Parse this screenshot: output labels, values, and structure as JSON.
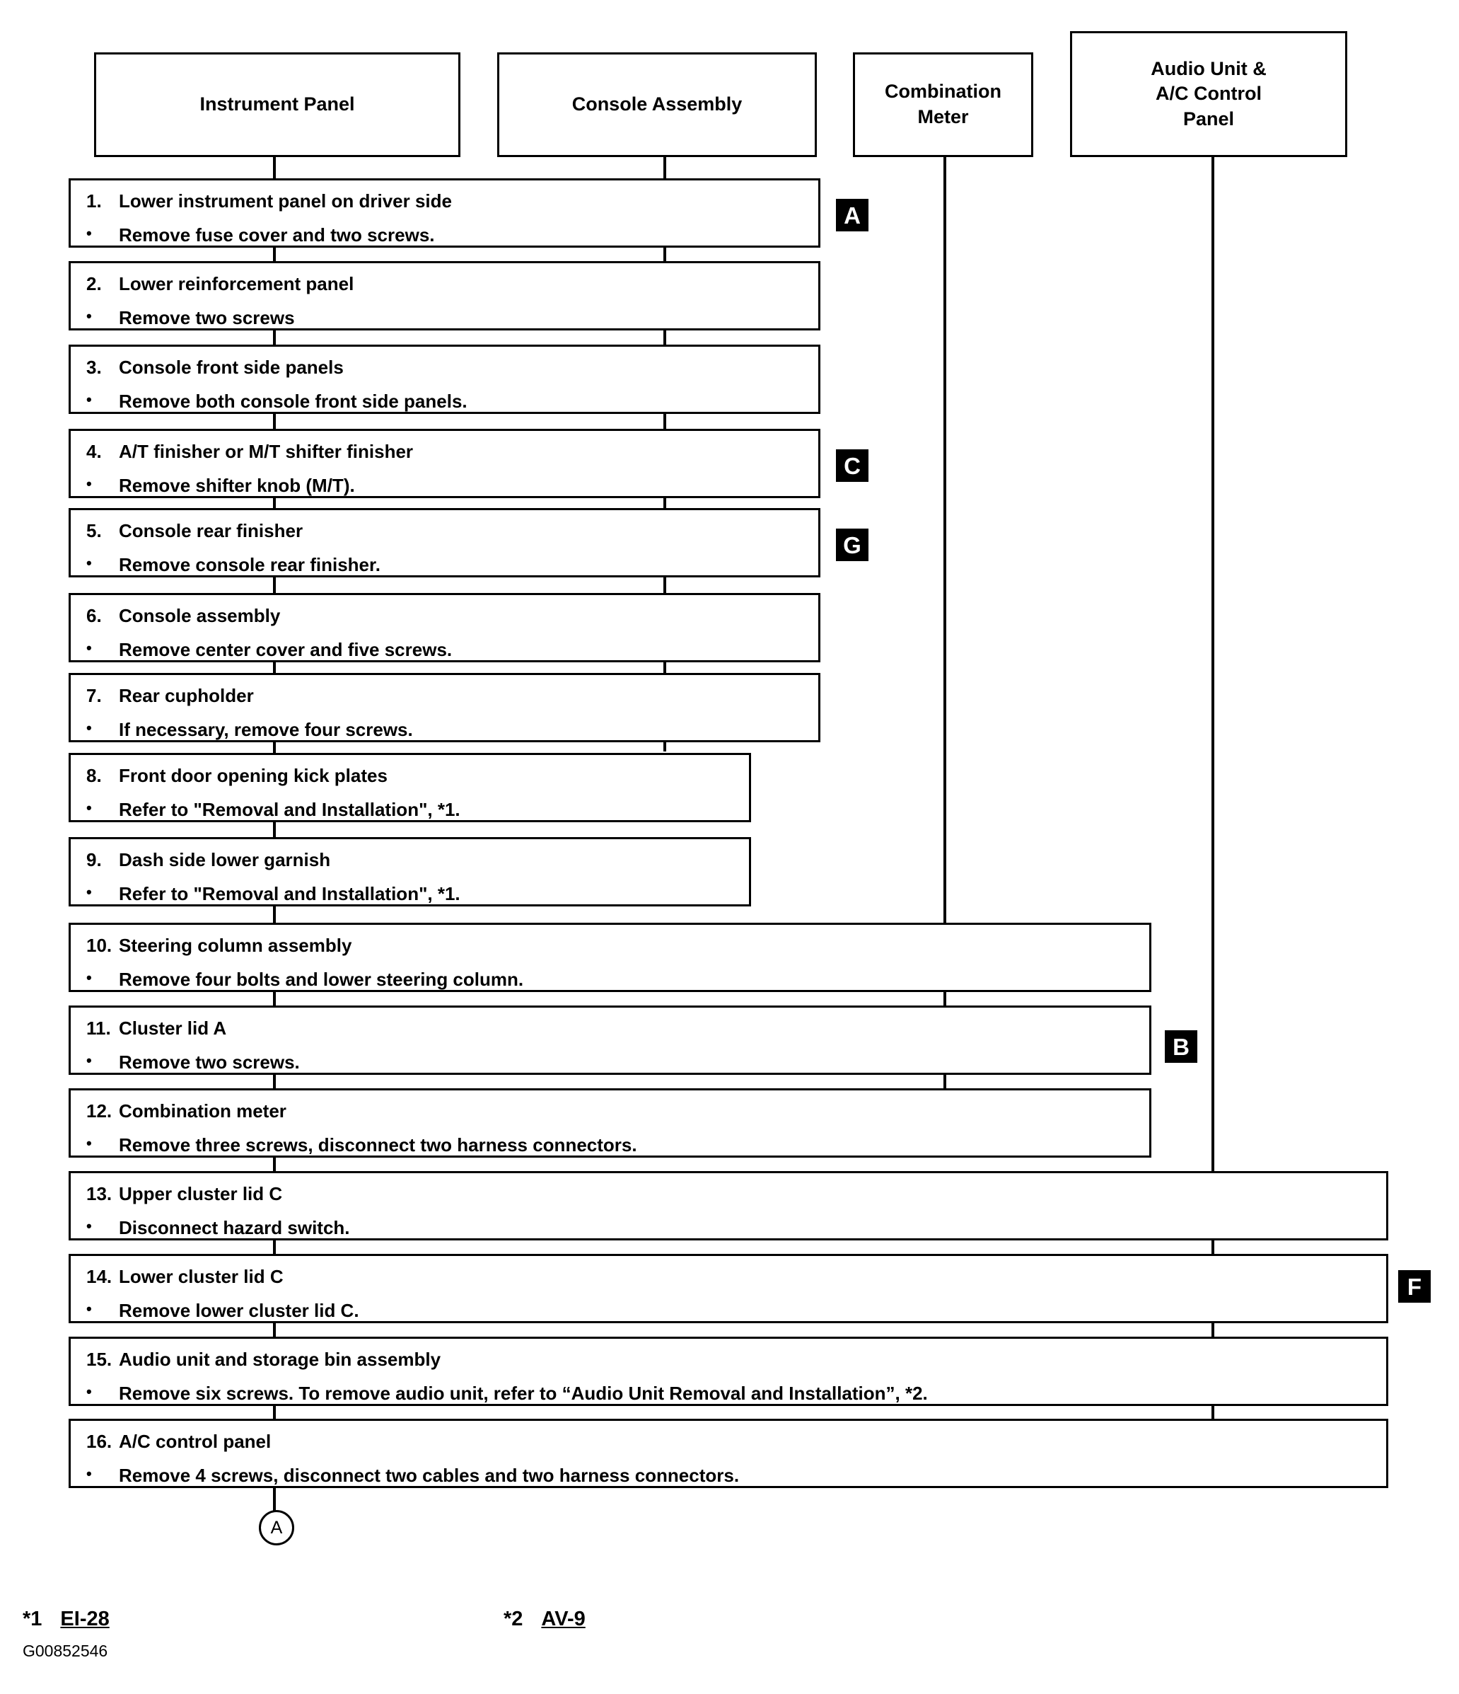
{
  "columns": [
    {
      "id": "instrument-panel",
      "label": "Instrument Panel"
    },
    {
      "id": "console-assembly",
      "label": "Console Assembly"
    },
    {
      "id": "combination-meter",
      "label": "Combination\nMeter"
    },
    {
      "id": "audio-unit-ac-control-panel",
      "label": "Audio Unit &\nA/C Control\nPanel"
    }
  ],
  "steps": [
    {
      "num": "1.",
      "title": "Lower instrument panel on driver side",
      "bullet": "Remove fuse cover and two screws.",
      "badge": "A"
    },
    {
      "num": "2.",
      "title": "Lower reinforcement panel",
      "bullet": "Remove two screws",
      "badge": ""
    },
    {
      "num": "3.",
      "title": "Console front side panels",
      "bullet": "Remove both console front side panels.",
      "badge": ""
    },
    {
      "num": "4.",
      "title": "A/T finisher or M/T shifter finisher",
      "bullet": "Remove shifter knob (M/T).",
      "badge": "C"
    },
    {
      "num": "5.",
      "title": "Console rear finisher",
      "bullet": "Remove console rear finisher.",
      "badge": "G"
    },
    {
      "num": "6.",
      "title": "Console assembly",
      "bullet": "Remove center cover and five screws.",
      "badge": ""
    },
    {
      "num": "7.",
      "title": "Rear cupholder",
      "bullet": "If necessary, remove four screws.",
      "badge": ""
    },
    {
      "num": "8.",
      "title": "Front door opening kick plates",
      "bullet": "Refer to \"Removal and Installation\", *1.",
      "badge": ""
    },
    {
      "num": "9.",
      "title": "Dash side lower garnish",
      "bullet": "Refer to \"Removal and Installation\", *1.",
      "badge": ""
    },
    {
      "num": "10.",
      "title": "Steering column assembly",
      "bullet": "Remove four bolts and lower steering column.",
      "badge": ""
    },
    {
      "num": "11.",
      "title": "Cluster lid A",
      "bullet": "Remove two screws.",
      "badge": "B"
    },
    {
      "num": "12.",
      "title": "Combination meter",
      "bullet": "Remove three screws, disconnect two harness connectors.",
      "badge": ""
    },
    {
      "num": "13.",
      "title": "Upper cluster lid C",
      "bullet": "Disconnect hazard switch.",
      "badge": ""
    },
    {
      "num": "14.",
      "title": "Lower cluster lid C",
      "bullet": "Remove lower cluster lid C.",
      "badge": "F"
    },
    {
      "num": "15.",
      "title": "Audio unit and storage bin assembly",
      "bullet": "Remove six screws. To remove audio unit, refer to “Audio Unit Removal and Installation”, *2.",
      "badge": ""
    },
    {
      "num": "16.",
      "title": "A/C control panel",
      "bullet": "Remove 4 screws, disconnect two cables and two harness connectors.",
      "badge": ""
    }
  ],
  "bullet_char": "•",
  "connector": {
    "label": "A"
  },
  "footnotes": [
    {
      "marker": "*1",
      "ref": "EI-28"
    },
    {
      "marker": "*2",
      "ref": "AV-9"
    }
  ],
  "image_code": "G00852546",
  "colors": {
    "ink": "#000000",
    "paper": "#ffffff"
  }
}
